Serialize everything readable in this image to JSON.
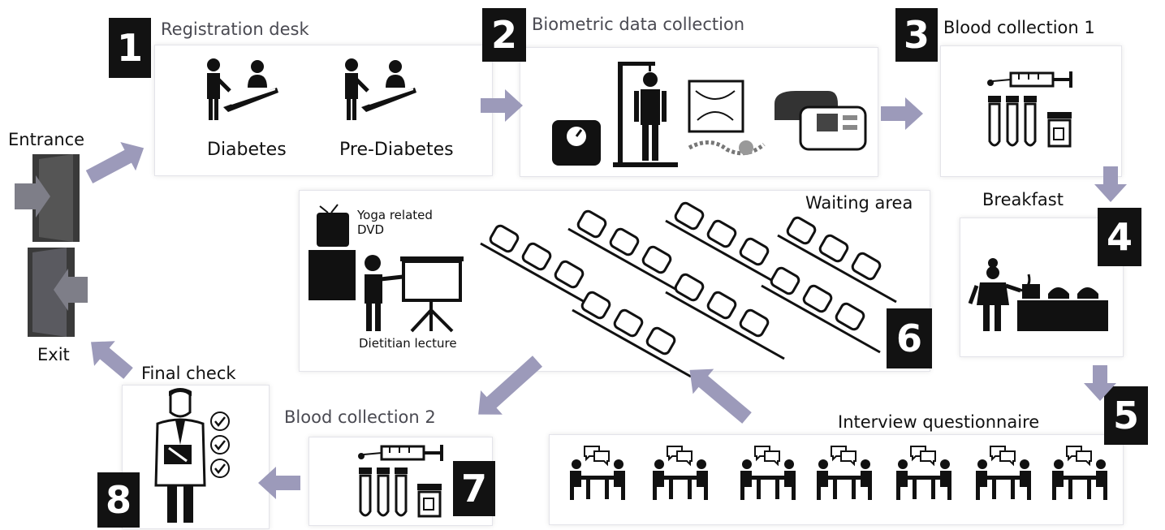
{
  "stations": {
    "s1": {
      "number": "1",
      "title": "Registration desk",
      "options": [
        "Diabetes",
        "Pre-Diabetes"
      ]
    },
    "s2": {
      "number": "2",
      "title": "Biometric data collection"
    },
    "s3": {
      "number": "3",
      "title": "Blood collection 1"
    },
    "s4": {
      "number": "4",
      "title": "Breakfast"
    },
    "s5": {
      "number": "5",
      "title": "Interview questionnaire"
    },
    "s6": {
      "number": "6",
      "title": "Waiting area",
      "tv_label": "Yoga related\nDVD",
      "lecture_label": "Dietitian lecture"
    },
    "s7": {
      "number": "7",
      "title": "Blood collection 2"
    },
    "s8": {
      "number": "8",
      "title": "Final check"
    }
  },
  "entrance": "Entrance",
  "exit": "Exit",
  "colors": {
    "arrow": "#9c9aba",
    "number_box": "#121212",
    "icon": "#111111",
    "label": "#4a4a52"
  },
  "icons": [
    "door-icon",
    "registration-desk-icon",
    "scale-icon",
    "height-rod-icon",
    "waist-tape-icon",
    "blood-pressure-monitor-icon",
    "syringe-icon",
    "test-tube-icon",
    "sample-cup-icon",
    "chef-buffet-icon",
    "tv-icon",
    "presenter-icon",
    "chair-row-icon",
    "interview-table-icon",
    "doctor-icon",
    "checkmark-icon"
  ]
}
